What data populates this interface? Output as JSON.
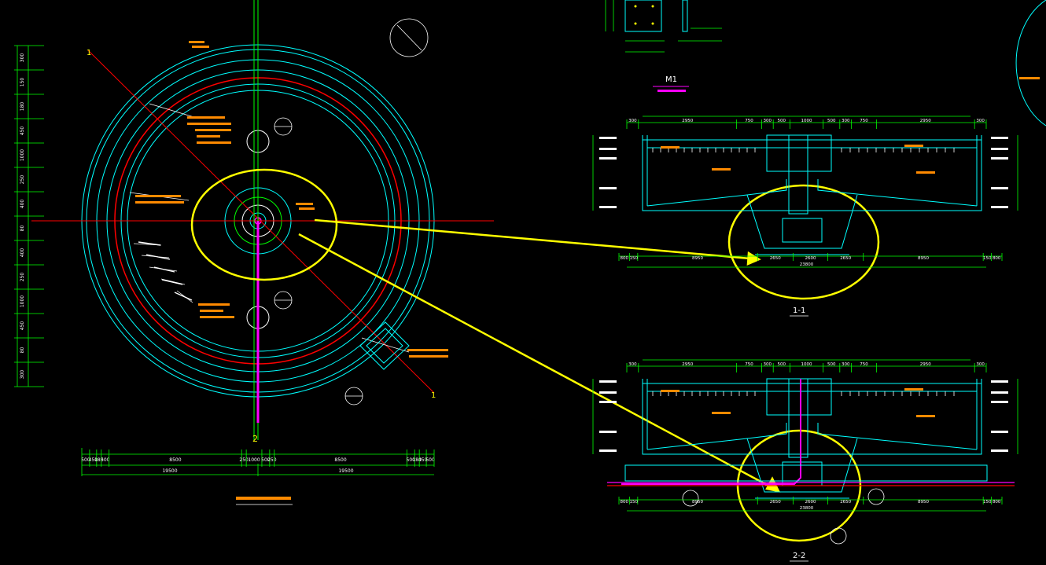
{
  "colors": {
    "background": "#000000",
    "outline": "#00ffff",
    "dimension": "#00ff00",
    "axis": "#ff0000",
    "pipe": "#ff00ff",
    "text": "#ff8a00",
    "highlight": "#ffff00",
    "white": "#ffffff"
  },
  "labels": {
    "axis_1": "1",
    "axis_2": "2",
    "section_1": "1-1",
    "section_2": "2-2",
    "detail_m1": "M1"
  },
  "plan": {
    "left_dims": [
      "300",
      "150",
      "180",
      "450",
      "1000",
      "250",
      "400",
      "80",
      "400",
      "250",
      "1000",
      "450",
      "80",
      "300"
    ],
    "bottom_dims": [
      "500",
      "450",
      "180",
      "500",
      "8500",
      "250",
      "1000",
      "500",
      "250",
      "8500",
      "500",
      "180",
      "450",
      "500"
    ],
    "bottom_totals": [
      "19500",
      "19500"
    ]
  },
  "section_1": {
    "top_dims": [
      "300",
      "2950",
      "750",
      "300",
      "500",
      "1000",
      "500",
      "300",
      "750",
      "2950",
      "300"
    ],
    "bottom_dims": [
      "800",
      "150",
      "8950",
      "2650",
      "2600",
      "2650",
      "8950",
      "150",
      "800"
    ],
    "total": "23800"
  },
  "section_2": {
    "top_dims": [
      "300",
      "2950",
      "750",
      "300",
      "500",
      "1000",
      "500",
      "300",
      "750",
      "2950",
      "300"
    ],
    "bottom_dims": [
      "800",
      "150",
      "8950",
      "2650",
      "2600",
      "2650",
      "8950",
      "150",
      "800"
    ],
    "total": "23800"
  }
}
